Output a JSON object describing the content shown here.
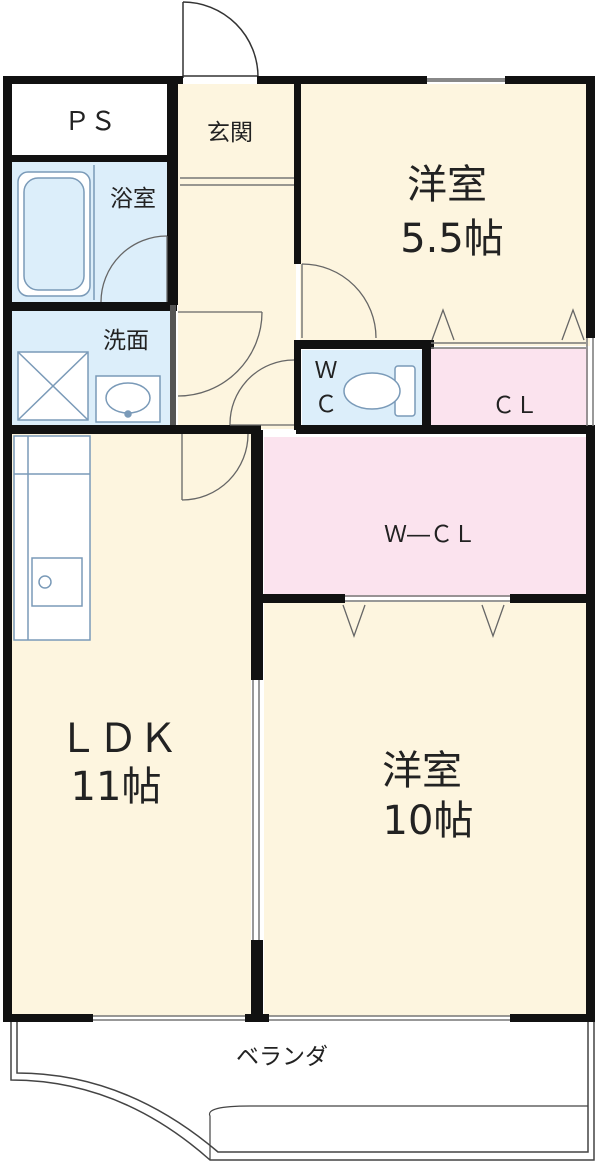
{
  "floorplan": {
    "rooms": {
      "ps": {
        "label": "ＰＳ"
      },
      "genkan": {
        "label": "玄関"
      },
      "bedroom_small": {
        "label_line1": "洋室",
        "label_line2": "5.5帖"
      },
      "bathroom": {
        "label": "浴室"
      },
      "washroom": {
        "label": "洗面"
      },
      "wc": {
        "label_line1": "Ｗ",
        "label_line2": "Ｃ"
      },
      "closet": {
        "label": "ＣＬ"
      },
      "walk_in_closet": {
        "label": "Ｗ―ＣＬ"
      },
      "ldk": {
        "label_line1": "ＬＤＫ",
        "label_line2": "11帖"
      },
      "bedroom_large": {
        "label_line1": "洋室",
        "label_line2": "10帖"
      },
      "veranda": {
        "label": "ベランダ"
      }
    },
    "colors": {
      "room_fill": "#fdf5df",
      "closet_fill": "#fbe3ee",
      "wet_area_fill": "#dceefa",
      "wall": "#111111",
      "fixture_stroke": "#7a9ab8"
    }
  }
}
